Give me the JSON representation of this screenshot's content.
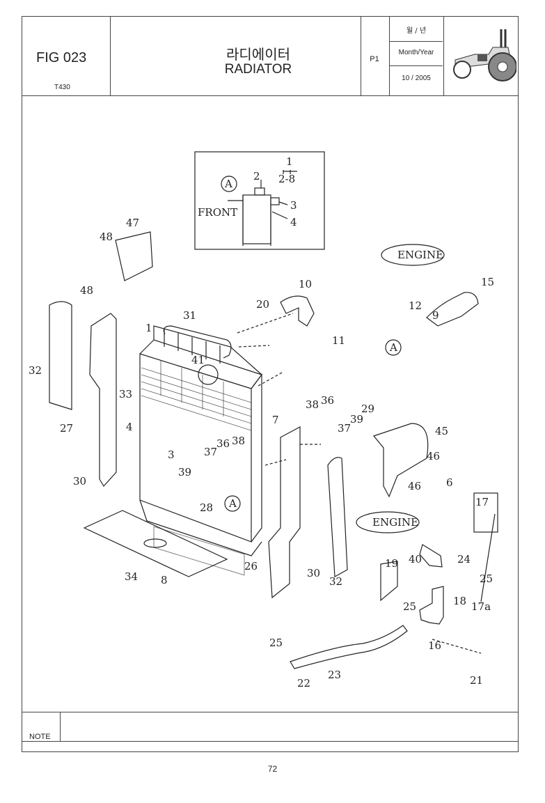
{
  "header": {
    "fig": "FIG 023",
    "model": "T430",
    "title_ko": "라디에이터",
    "title_en": "RADIATOR",
    "page_code": "P1",
    "month_year_ko": "월 / 년",
    "month_year_label": "Month/Year",
    "date": "10 / 2005"
  },
  "diagram": {
    "inset": {
      "title": "1",
      "sub": "2-8",
      "view": "A",
      "front": "FRONT",
      "c2": "2",
      "c3": "3",
      "c4": "4"
    },
    "engine_top": "ENGINE",
    "engine_bottom": "ENGINE",
    "view_a1": "A",
    "view_a2": "A",
    "callouts": [
      "1",
      "3",
      "4",
      "6",
      "7",
      "8",
      "9",
      "10",
      "11",
      "12",
      "15",
      "16",
      "17",
      "17a",
      "18",
      "19",
      "20",
      "21",
      "22",
      "23",
      "24",
      "25",
      "25",
      "25",
      "26",
      "27",
      "28",
      "29",
      "30",
      "30",
      "31",
      "32",
      "32",
      "33",
      "34",
      "36",
      "36",
      "37",
      "37",
      "38",
      "38",
      "39",
      "39",
      "40",
      "41",
      "45",
      "46",
      "46",
      "47",
      "48",
      "48"
    ]
  },
  "footer": {
    "note_label": "NOTE",
    "page_number": "72"
  },
  "colors": {
    "ink": "#222222",
    "frame": "#444444"
  }
}
